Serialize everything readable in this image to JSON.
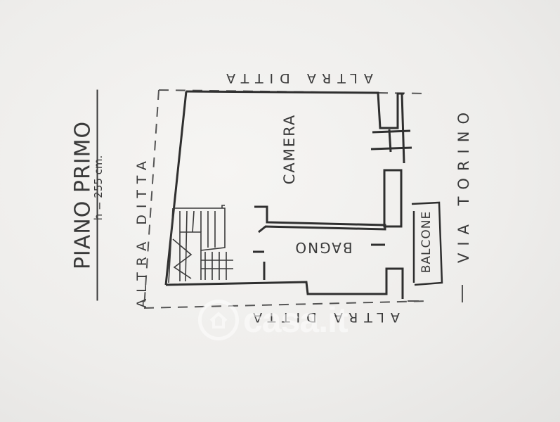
{
  "plan": {
    "title": "PIANO PRIMO",
    "height_note": "h = 255 cm.",
    "neighbor_label": "ALTRA DITTA",
    "street_label": "VIA TORINO",
    "rooms": {
      "camera": "CAMERA",
      "bagno": "BAGNO",
      "balcone": "BALCONE"
    }
  },
  "watermark": {
    "text": "casa.it",
    "logo": "house-logo-icon"
  }
}
